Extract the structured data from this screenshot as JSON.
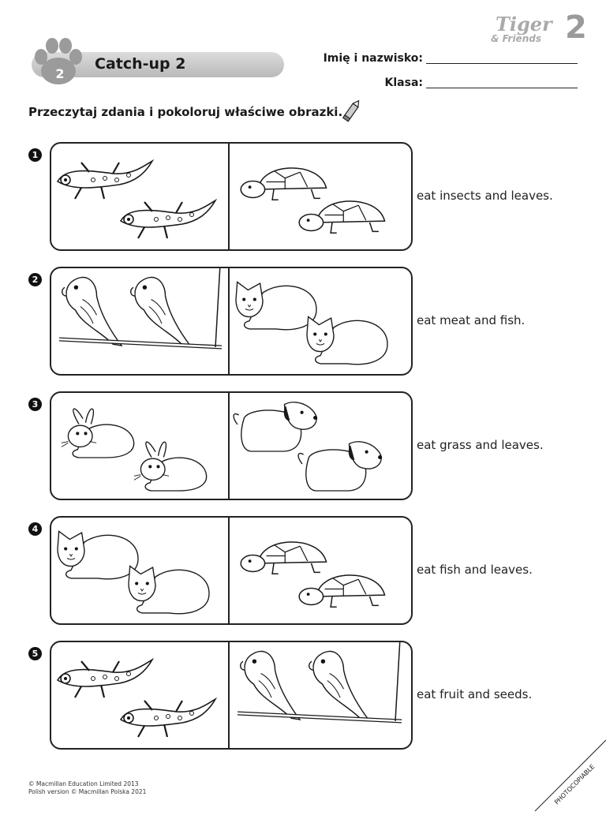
{
  "header": {
    "unit_number": "2",
    "unit_title": "Catch-up 2",
    "logo": {
      "line1": "Tiger",
      "line2": "& Friends",
      "number": "2"
    },
    "name_label": "Imię i nazwisko:",
    "class_label": "Klasa:"
  },
  "instruction": "Przeczytaj zdania i pokoloruj właściwe obrazki.",
  "rows": [
    {
      "number": "1",
      "sentence": "eat insects and leaves.",
      "left": "lizard",
      "right": "tortoise"
    },
    {
      "number": "2",
      "sentence": "eat meat and fish.",
      "left": "parrot",
      "right": "cat"
    },
    {
      "number": "3",
      "sentence": "eat grass and leaves.",
      "left": "rabbit",
      "right": "dog"
    },
    {
      "number": "4",
      "sentence": "eat fish and leaves.",
      "left": "cat",
      "right": "tortoise"
    },
    {
      "number": "5",
      "sentence": "eat fruit and seeds.",
      "left": "lizard",
      "right": "parrot"
    }
  ],
  "footer": {
    "line1": "© Macmillan Education Limited 2013",
    "line2": "Polish version © Macmillan Polska 2021"
  },
  "photocopiable": "PHOTOCOPIABLE"
}
